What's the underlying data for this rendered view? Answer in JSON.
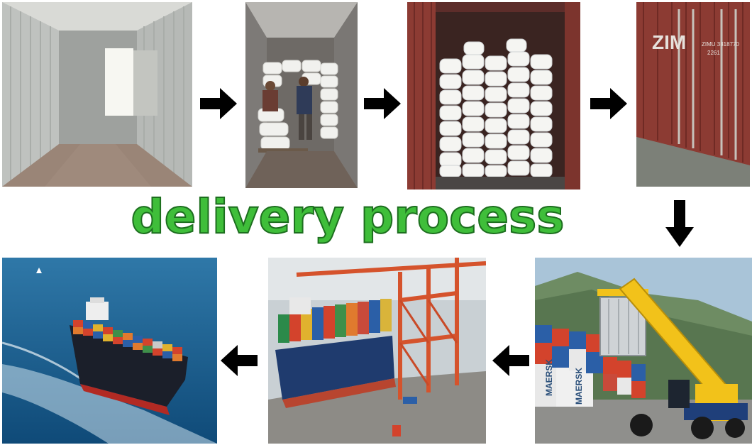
{
  "title": "delivery process",
  "colors": {
    "title_fill": "#3fbe3a",
    "title_outline": "#1d6e1f",
    "arrow": "#000000",
    "container_red": "#8c3b33",
    "sack_white": "#f4f4f2",
    "sea_blue": "#1d5f8f",
    "crane_orange": "#d5532c",
    "reach_stacker_yellow": "#f2c21a"
  },
  "steps": [
    {
      "id": 1,
      "scene": "empty-container-interior"
    },
    {
      "id": 2,
      "scene": "workers-loading-sacks"
    },
    {
      "id": 3,
      "scene": "container-filled-with-sacks"
    },
    {
      "id": 4,
      "scene": "sealed-red-container",
      "markings": [
        "ZIM",
        "ZIMU 3818770",
        "2261"
      ]
    },
    {
      "id": 5,
      "scene": "reach-stacker-moving-container",
      "markings": [
        "MAERSK",
        "MAERSK"
      ]
    },
    {
      "id": 6,
      "scene": "container-loading-at-port"
    },
    {
      "id": 7,
      "scene": "container-ship-at-sea"
    }
  ],
  "arrows": [
    {
      "from": 1,
      "to": 2,
      "direction": "right"
    },
    {
      "from": 2,
      "to": 3,
      "direction": "right"
    },
    {
      "from": 3,
      "to": 4,
      "direction": "right"
    },
    {
      "from": 4,
      "to": 5,
      "direction": "down"
    },
    {
      "from": 5,
      "to": 6,
      "direction": "left"
    },
    {
      "from": 6,
      "to": 7,
      "direction": "left"
    }
  ]
}
